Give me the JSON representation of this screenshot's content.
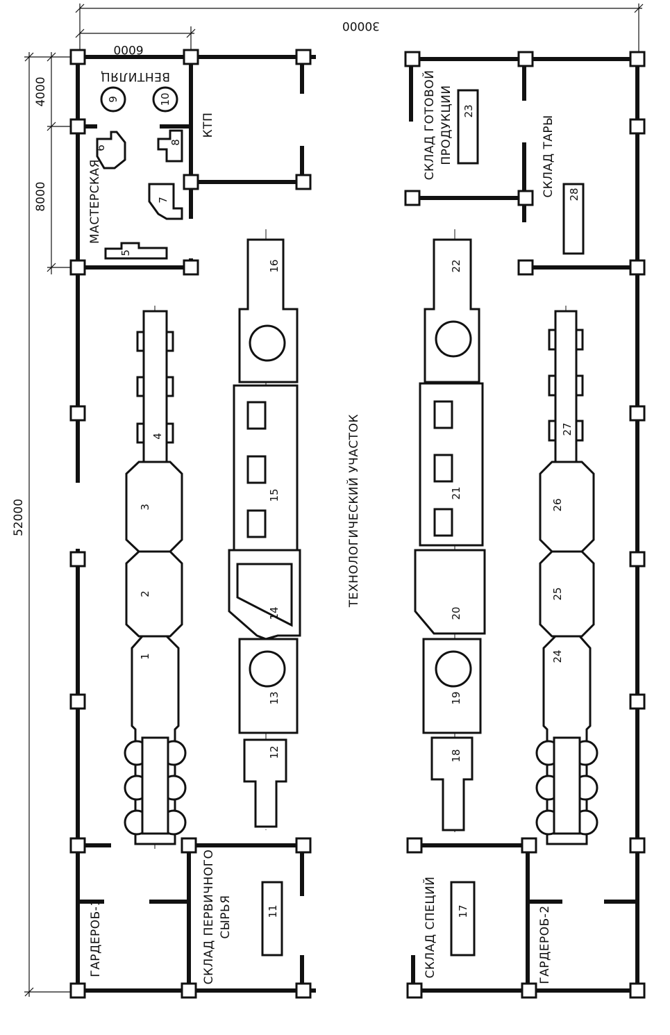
{
  "dimensions": {
    "total_width": "30000",
    "bay_width": "6000",
    "total_length": "52000",
    "segment_1": "4000",
    "segment_2": "8000"
  },
  "rooms": {
    "ventilation": "ВЕНТИЛЯЦ",
    "workshop": "МАСТЕРСКАЯ",
    "ktp": "КТП",
    "finished_goods_line1": "СКЛАД ГОТОВОЙ",
    "finished_goods_line2": "ПРОДУКЦИИ",
    "container_store": "СКЛАД ТАРЫ",
    "tech_area": "ТЕХНОЛОГИЧЕСКИЙ УЧАСТОК",
    "wardrobe_1": "ГАРДЕРОБ-1",
    "raw_store_line1": "СКЛАД ПЕРВИЧНОГО",
    "raw_store_line2": "СЫРЬЯ",
    "spice_store": "СКЛАД СПЕЦИЙ",
    "wardrobe_2": "ГАРДЕРОБ-2"
  },
  "equipment_numbers": [
    "1",
    "2",
    "3",
    "4",
    "5",
    "6",
    "7",
    "8",
    "9",
    "10",
    "11",
    "12",
    "13",
    "14",
    "15",
    "16",
    "17",
    "18",
    "19",
    "20",
    "21",
    "22",
    "23",
    "24",
    "25",
    "26",
    "27",
    "28"
  ],
  "colors": {
    "line": "#111111",
    "paper": "#ffffff"
  }
}
